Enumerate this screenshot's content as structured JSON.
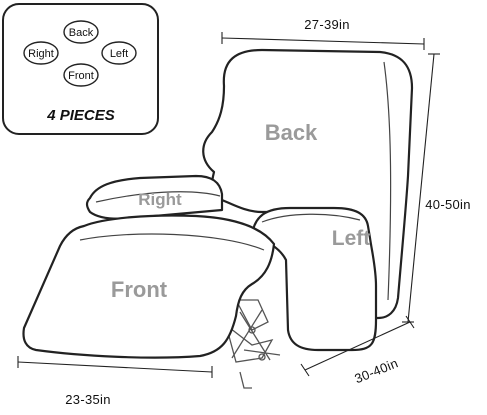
{
  "legend": {
    "items": {
      "back": "Back",
      "right": "Right",
      "left": "Left",
      "front": "Front"
    },
    "pieces_label": "4 PIECES"
  },
  "parts": {
    "back": "Back",
    "right": "Right",
    "left": "Left",
    "front": "Front"
  },
  "dimensions": {
    "top_width": "27-39in",
    "height": "40-50in",
    "depth": "30-40in",
    "front_width": "23-35in"
  }
}
